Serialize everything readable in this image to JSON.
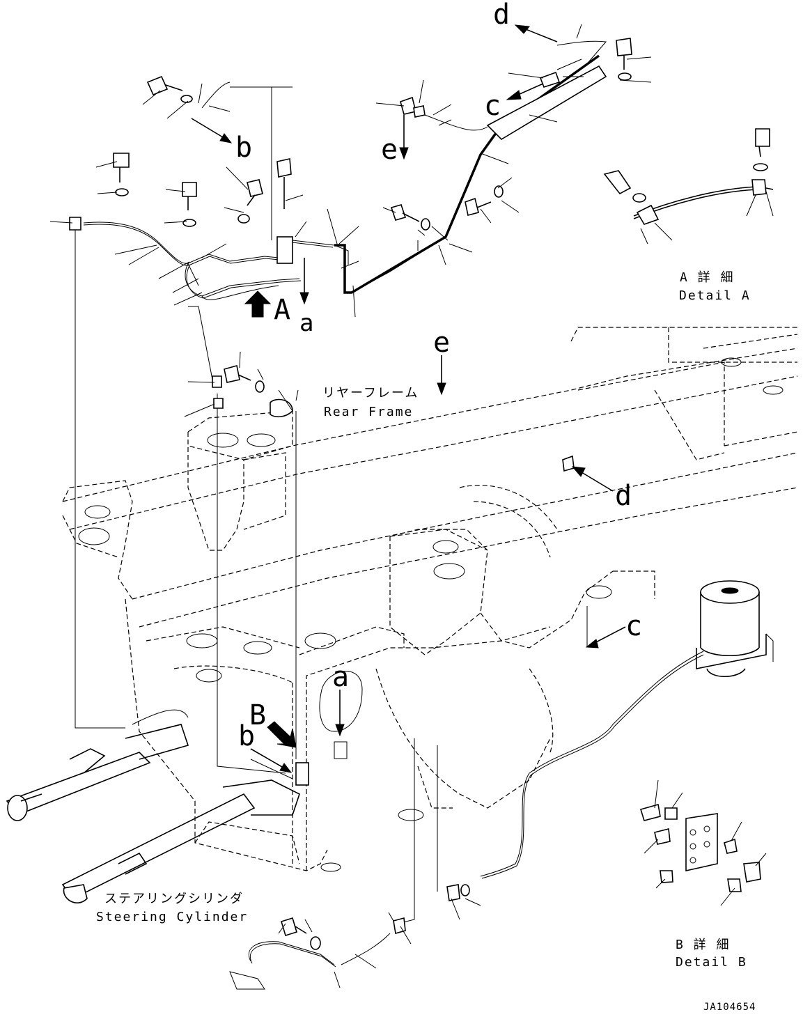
{
  "labels": {
    "d_top": "d",
    "c_top": "c",
    "e_top": "e",
    "b_top": "b",
    "A_main": "A",
    "a_top": "a",
    "e_mid": "e",
    "d_mid": "d",
    "c_mid": "c",
    "a_mid": "a",
    "B_main": "B",
    "b_mid": "b"
  },
  "captions": {
    "detail_a_jp": "A 詳 細",
    "detail_a_en": "Detail A",
    "rear_frame_jp": "リヤーフレーム",
    "rear_frame_en": "Rear Frame",
    "steering_cyl_jp": "ステアリングシリンダ",
    "steering_cyl_en": "Steering Cylinder",
    "detail_b_jp": "B 詳 細",
    "detail_b_en": "Detail B"
  },
  "drawing_id": "JA104654"
}
